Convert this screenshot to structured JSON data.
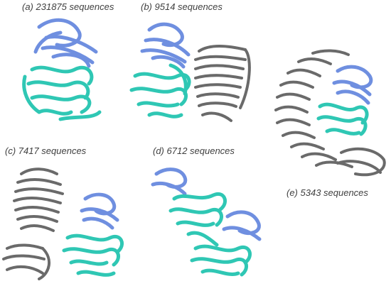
{
  "figure": {
    "panels": [
      {
        "id": "a",
        "caption": "(a) 231875 sequences"
      },
      {
        "id": "b",
        "caption": "(b) 9514 sequences"
      },
      {
        "id": "c",
        "caption": "(c) 7417 sequences"
      },
      {
        "id": "d",
        "caption": "(d) 6712 sequences"
      },
      {
        "id": "e",
        "caption": "(e) 5343 sequences"
      }
    ],
    "colors": {
      "n_lobe": "#6f8fe0",
      "c_lobe": "#2fc7b4",
      "repeat_domain": "#6a6a6a",
      "caption_text": "#404040"
    }
  }
}
